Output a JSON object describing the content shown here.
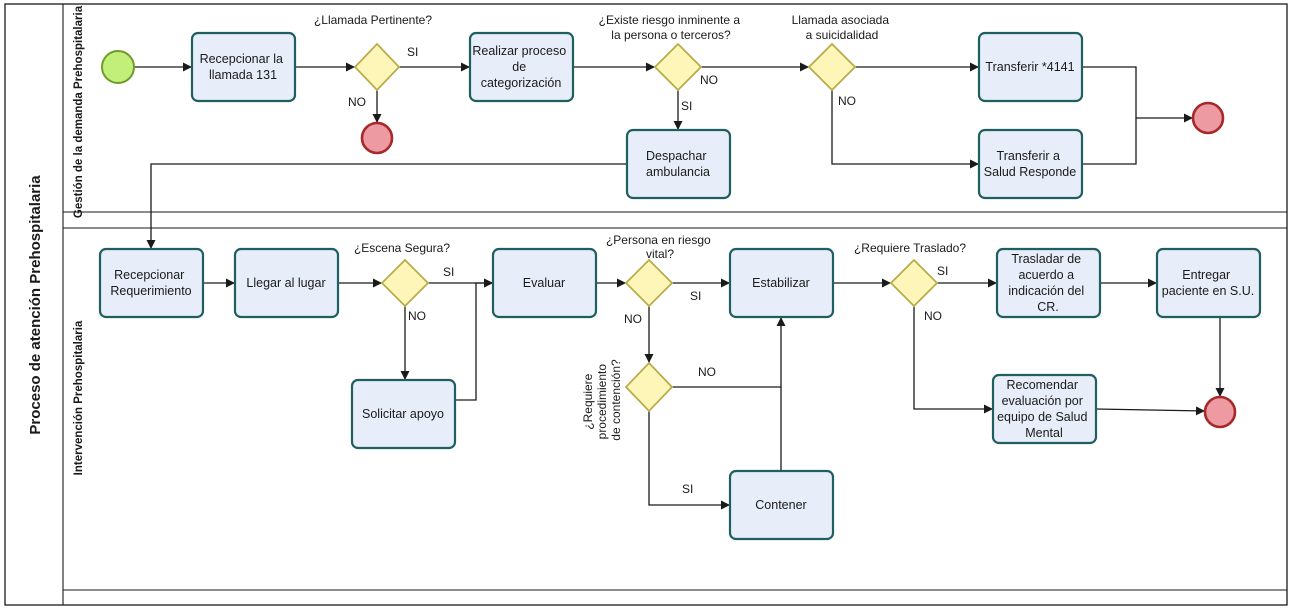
{
  "pool_title": "Proceso de atención Prehospitalaria",
  "lanes": {
    "top": "Gestión de la demanda Prehospitalaria",
    "bottom": "Intervención Prehospitalaria"
  },
  "tasks": {
    "recepcionar_llamada": [
      "Recepcionar la",
      "llamada 131"
    ],
    "categorizacion": [
      "Realizar proceso",
      "de",
      "categorización"
    ],
    "transferir_4141": [
      "Transferir *4141"
    ],
    "despachar": [
      "Despachar",
      "ambulancia"
    ],
    "transferir_salud": [
      "Transferir a",
      "Salud Responde"
    ],
    "recepcionar_req": [
      "Recepcionar",
      "Requerimiento"
    ],
    "llegar": [
      "Llegar al lugar"
    ],
    "solicitar": [
      "Solicitar apoyo"
    ],
    "evaluar": [
      "Evaluar"
    ],
    "estabilizar": [
      "Estabilizar"
    ],
    "contener": [
      "Contener"
    ],
    "trasladar": [
      "Trasladar de",
      "acuerdo a",
      "indicación del",
      "CR."
    ],
    "entregar": [
      "Entregar",
      "paciente en S.U."
    ],
    "recomendar": [
      "Recomendar",
      "evaluación por",
      "equipo de Salud",
      "Mental"
    ]
  },
  "gateways": {
    "pertinente": [
      "¿Llamada Pertinente?"
    ],
    "riesgo_inminente": [
      "¿Existe riesgo inminente a",
      "la persona o terceros?"
    ],
    "suicidalidad": [
      "Llamada asociada",
      "a suicidalidad"
    ],
    "escena": [
      "¿Escena Segura?"
    ],
    "riesgo_vital": [
      "¿Persona en riesgo",
      "vital?"
    ],
    "contencion": [
      "¿Requiere",
      "procedimiento",
      "de contención?"
    ],
    "traslado": [
      "¿Requiere Traslado?"
    ]
  },
  "flow_labels": {
    "si": "SI",
    "no": "NO"
  }
}
